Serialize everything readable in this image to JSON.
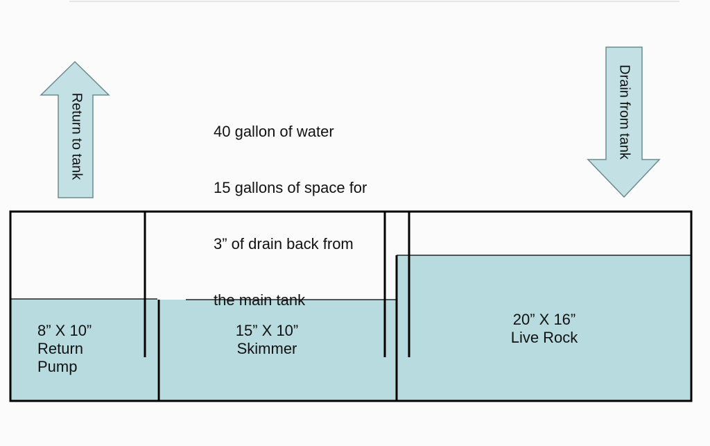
{
  "note": {
    "lines": [
      "40 gallon of water",
      "15 gallons of space for",
      "3” of drain back from",
      "the main tank"
    ]
  },
  "arrows": {
    "return_label": "Return to tank",
    "drain_label": "Drain from tank"
  },
  "chambers": {
    "return": {
      "size": "8” X 10”",
      "line1": "Return",
      "line2": "Pump"
    },
    "skimmer": {
      "size": "15” X 10”",
      "name": "Skimmer"
    },
    "live_rock": {
      "size": "20” X 16”",
      "name": "Live Rock"
    }
  },
  "colors": {
    "water": "#b7dbde",
    "arrow_fill": "#c3e1e5",
    "arrow_stroke": "#6b8b8f",
    "outline": "#000000"
  }
}
